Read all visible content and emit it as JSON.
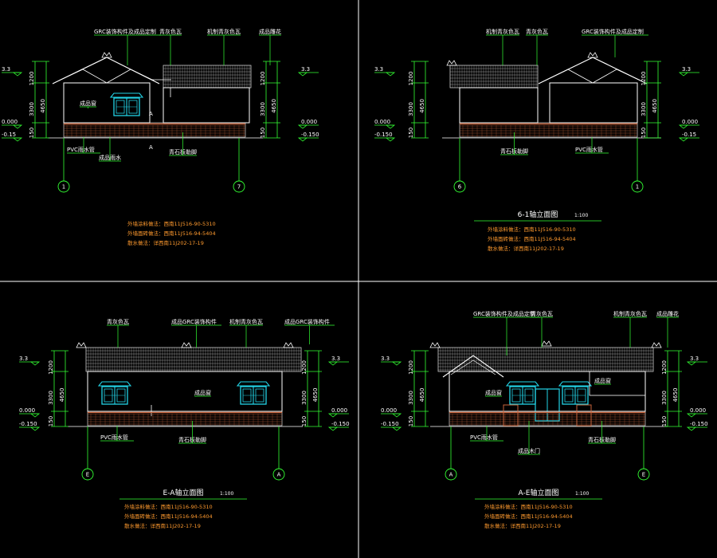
{
  "colors": {
    "background": "#000000",
    "dimension": "#33ff33",
    "outline": "#ffffff",
    "leader": "#33ff33",
    "note": "#ff9a2e",
    "window": "#22d3e6",
    "brick": "#c8643c",
    "tile": "#cfcfcf",
    "divider": "#ffffff"
  },
  "panels": [
    {
      "id": "p1",
      "title": "",
      "scale": "",
      "left_levels": [
        "3.3",
        "0.000",
        "-0.15"
      ],
      "right_levels": [
        "3.3",
        "0.000",
        "-0.150"
      ],
      "left_dims": [
        "1200",
        "3300",
        "150",
        "4650"
      ],
      "right_dims": [
        "1200",
        "3300",
        "150",
        "4650"
      ],
      "axes": [
        "1",
        "7"
      ],
      "labels": [
        "GRC装饰构件及成品定制",
        "青灰色瓦",
        "机制青灰色瓦",
        "成品雕花",
        "成品窗",
        "PVC雨水管",
        "成品雨水",
        "青石板勒脚"
      ],
      "marks": [
        "A",
        "A"
      ],
      "notes": [
        "外墙涂料做法：西南11J516-90-5310",
        "外墙面砖做法：西南11J516-94-5404",
        "散水做法：详西南11J202-17-19"
      ]
    },
    {
      "id": "p2",
      "title": "6-1轴立面图",
      "scale": "1:100",
      "left_levels": [
        "3.3",
        "0.000",
        "-0.150"
      ],
      "right_levels": [
        "3.3",
        "0.000",
        "-0.15"
      ],
      "left_dims": [
        "1200",
        "3300",
        "150",
        "4650"
      ],
      "right_dims": [
        "1200",
        "3300",
        "150",
        "4650"
      ],
      "axes": [
        "6",
        "1"
      ],
      "labels": [
        "机制青灰色瓦",
        "青灰色瓦",
        "GRC装饰构件及成品定制",
        "青石板勒脚",
        "PVC雨水管"
      ],
      "marks": [],
      "notes": [
        "外墙涂料做法：西南11J516-90-5310",
        "外墙面砖做法：西南11J516-94-5404",
        "散水做法：详西南11J202-17-19"
      ]
    },
    {
      "id": "p3",
      "title": "E-A轴立面图",
      "scale": "1:100",
      "left_levels": [
        "3.3",
        "0.000",
        "-0.150"
      ],
      "right_levels": [
        "3.3",
        "0.000",
        "-0.150"
      ],
      "left_dims": [
        "1200",
        "3300",
        "150",
        "4650"
      ],
      "right_dims": [
        "1200",
        "3300",
        "150",
        "4650"
      ],
      "axes": [
        "E",
        "A"
      ],
      "labels": [
        "青灰色瓦",
        "成品GRC装饰构件",
        "机制青灰色瓦",
        "成品GRC装饰构件",
        "成品窗",
        "PVC雨水管",
        "青石板勒脚"
      ],
      "marks": [],
      "notes": [
        "外墙涂料做法：西南11J516-90-5310",
        "外墙面砖做法：西南11J516-94-5404",
        "散水做法：详西南11J202-17-19"
      ]
    },
    {
      "id": "p4",
      "title": "A-E轴立面图",
      "scale": "1:100",
      "left_levels": [
        "3.3",
        "0.000",
        "-0.150"
      ],
      "right_levels": [
        "3.3",
        "0.000",
        "-0.150"
      ],
      "left_dims": [
        "1200",
        "3300",
        "150",
        "4650"
      ],
      "right_dims": [
        "1200",
        "3300",
        "150",
        "4650"
      ],
      "axes": [
        "A",
        "E"
      ],
      "labels": [
        "GRC装饰构件及成品定制",
        "青灰色瓦",
        "成品窗",
        "机制青灰色瓦",
        "成品雕花",
        "成品窗",
        "PVC雨水管",
        "成品木门",
        "青石板勒脚"
      ],
      "marks": [],
      "notes": [
        "外墙涂料做法：西南11J516-90-5310",
        "外墙面砖做法：西南11J516-94-5404",
        "散水做法：详西南11J202-17-19"
      ]
    }
  ]
}
